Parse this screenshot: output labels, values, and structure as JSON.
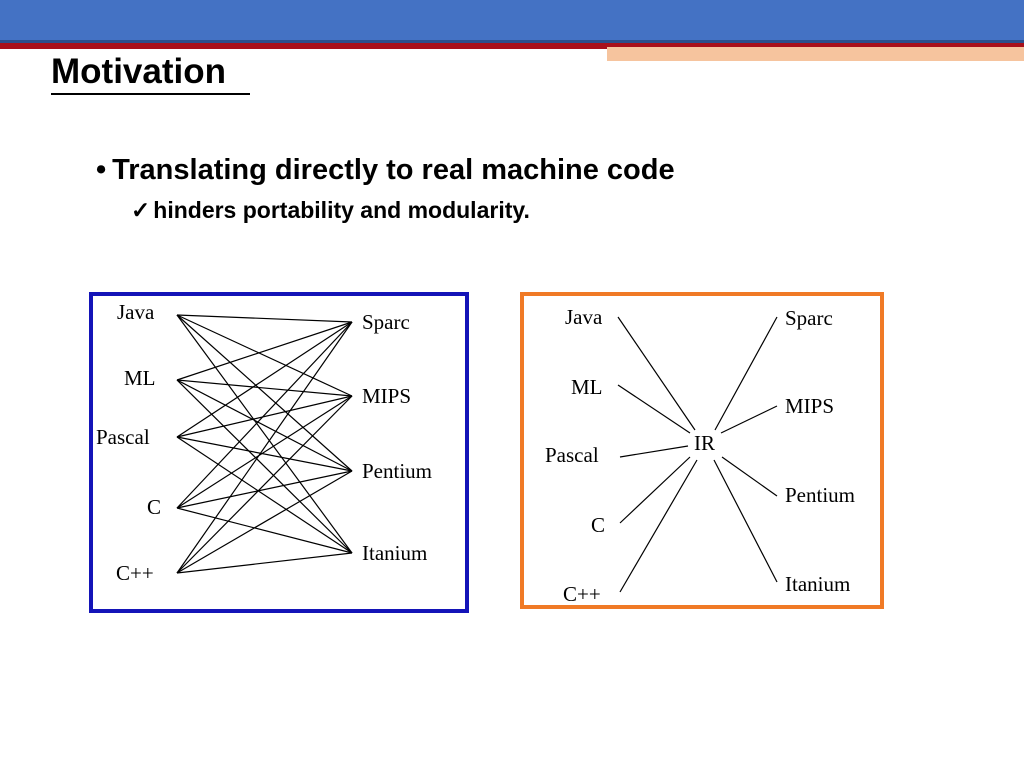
{
  "slide": {
    "title": "Motivation",
    "bullet": {
      "marker": "•",
      "text": "Translating directly to real machine code",
      "sub": {
        "marker": "✓",
        "text": "hinders portability and modularity."
      }
    }
  },
  "colors": {
    "header_blue": "#4472c4",
    "header_red": "#a8101a",
    "header_peach": "#f6c49e",
    "left_frame": "#1414b8",
    "right_frame": "#f07a26"
  },
  "diagrams": {
    "direct": {
      "sources": [
        "Java",
        "ML",
        "Pascal",
        "C",
        "C++"
      ],
      "targets": [
        "Sparc",
        "MIPS",
        "Pentium",
        "Itanium"
      ]
    },
    "with_ir": {
      "sources": [
        "Java",
        "ML",
        "Pascal",
        "C",
        "C++"
      ],
      "hub": "IR",
      "targets": [
        "Sparc",
        "MIPS",
        "Pentium",
        "Itanium"
      ]
    }
  }
}
